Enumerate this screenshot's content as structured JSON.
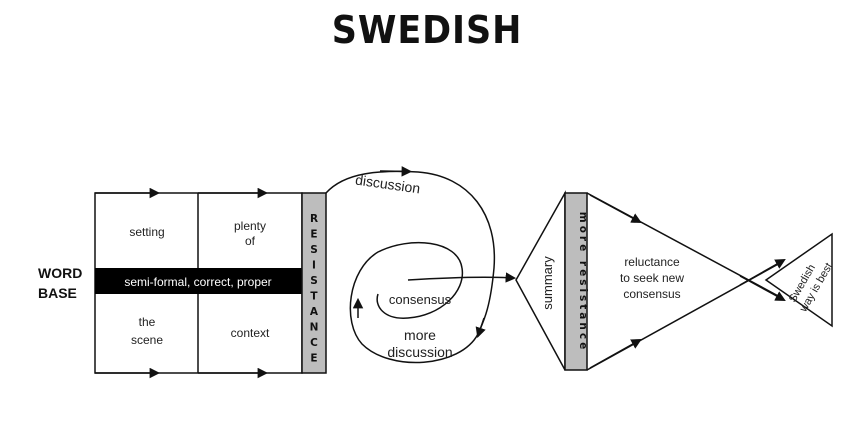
{
  "title": "SWEDISH",
  "side_label": {
    "line1": "WORD",
    "line2": "BASE"
  },
  "grid": {
    "top_left": "setting",
    "top_right_line1": "plenty",
    "top_right_line2": "of",
    "band": "semi-formal, correct, proper",
    "bottom_left_line1": "the",
    "bottom_left_line2": "scene",
    "bottom_right": "context"
  },
  "resistance_letters": [
    "R",
    "E",
    "S",
    "I",
    "S",
    "T",
    "A",
    "N",
    "C",
    "E"
  ],
  "loop": {
    "discussion": "discussion",
    "consensus": "consensus",
    "more_discussion_line1": "more",
    "more_discussion_line2": "discussion"
  },
  "summary": "summary",
  "more_resistance": "more resistance",
  "reluctance": {
    "line1": "reluctance",
    "line2": "to seek new",
    "line3": "consensus"
  },
  "end": {
    "line1": "Swedish",
    "line2": "way is best"
  }
}
